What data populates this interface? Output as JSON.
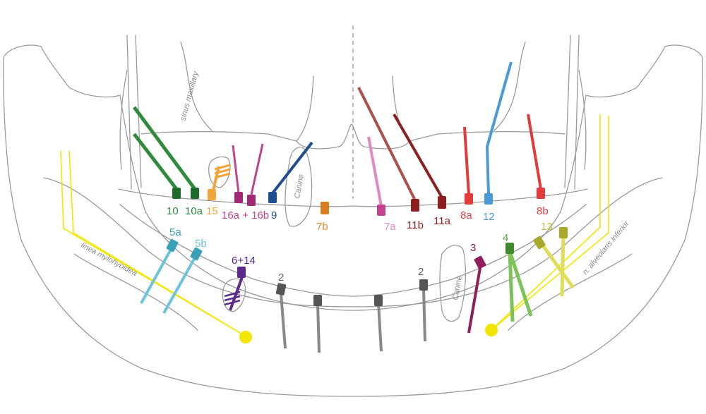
{
  "labels": {
    "sinus": "sinus maxillary",
    "canine_upper": "Canine",
    "canine_lower": "Canine",
    "linea": "linea mylohyoidea",
    "nerve": "n. alveolaris inferior"
  },
  "screws": [
    {
      "id": "10",
      "label": "10",
      "color": "#2e8b3e"
    },
    {
      "id": "10a",
      "label": "10a",
      "color": "#2e8b3e"
    },
    {
      "id": "15",
      "label": "15",
      "color": "#f2a53a"
    },
    {
      "id": "16",
      "label": "16a + 16b",
      "color": "#c0448f"
    },
    {
      "id": "9",
      "label": "9",
      "color": "#1e4f8c"
    },
    {
      "id": "7b",
      "label": "7b",
      "color": "#e38a2c"
    },
    {
      "id": "7a",
      "label": "7a",
      "color": "#e08ac4"
    },
    {
      "id": "11b",
      "label": "11b",
      "color": "#8e1f1f"
    },
    {
      "id": "11a",
      "label": "11a",
      "color": "#8e1f1f"
    },
    {
      "id": "8a",
      "label": "8a",
      "color": "#e23b3b"
    },
    {
      "id": "12",
      "label": "12",
      "color": "#4a9ad8"
    },
    {
      "id": "8b",
      "label": "8b",
      "color": "#e23b3b"
    },
    {
      "id": "5a",
      "label": "5a",
      "color": "#3aa0b8"
    },
    {
      "id": "5b",
      "label": "5b",
      "color": "#6cc4dc"
    },
    {
      "id": "6",
      "label": "6+14",
      "color": "#5b2a8c"
    },
    {
      "id": "2l",
      "label": "2",
      "color": "#666666"
    },
    {
      "id": "2r",
      "label": "2",
      "color": "#666666"
    },
    {
      "id": "3",
      "label": "3",
      "color": "#8e1f5c"
    },
    {
      "id": "4",
      "label": "4",
      "color": "#5aa83a"
    },
    {
      "id": "13",
      "label": "13",
      "color": "#c2c23a"
    }
  ]
}
